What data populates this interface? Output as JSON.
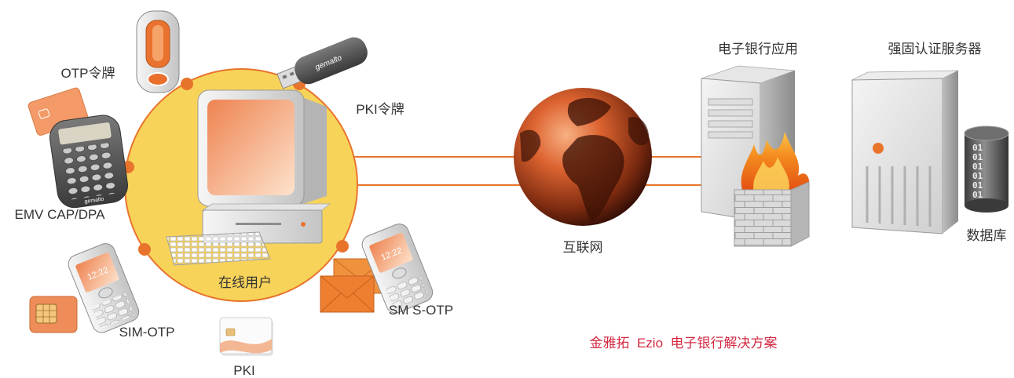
{
  "labels": {
    "otp_token": "OTP令牌",
    "pki_token": "PKI令牌",
    "emv": "EMV CAP/DPA",
    "sim_otp": "SIM-OTP",
    "pki": "PKI",
    "sms_otp": "SM S-OTP",
    "online_user": "在线用户",
    "internet": "互联网",
    "ebanking_app": "电子银行应用",
    "auth_server": "强固认证服务器",
    "database": "数据库"
  },
  "caption": "金雅拓  Ezio  电子银行解决方案",
  "device_text": {
    "usb_brand": "gemalto",
    "emv_brand": "gemalto",
    "phone_time_1": "12:22",
    "phone_time_2": "12:22"
  },
  "db_bits": [
    "01",
    "01",
    "01",
    "01",
    "01",
    "01"
  ],
  "icons": [
    "otp-token-icon",
    "usb-token-icon",
    "emv-reader-icon",
    "mobile-phone-icon",
    "sim-card-icon",
    "smart-card-icon",
    "envelope-icon",
    "desktop-computer-icon",
    "globe-icon",
    "server-icon",
    "firewall-icon",
    "database-icon"
  ],
  "colors": {
    "accent": "#e8742c",
    "circle_fill": "#f7d35a",
    "caption": "#d42a43",
    "label": "#333333"
  }
}
